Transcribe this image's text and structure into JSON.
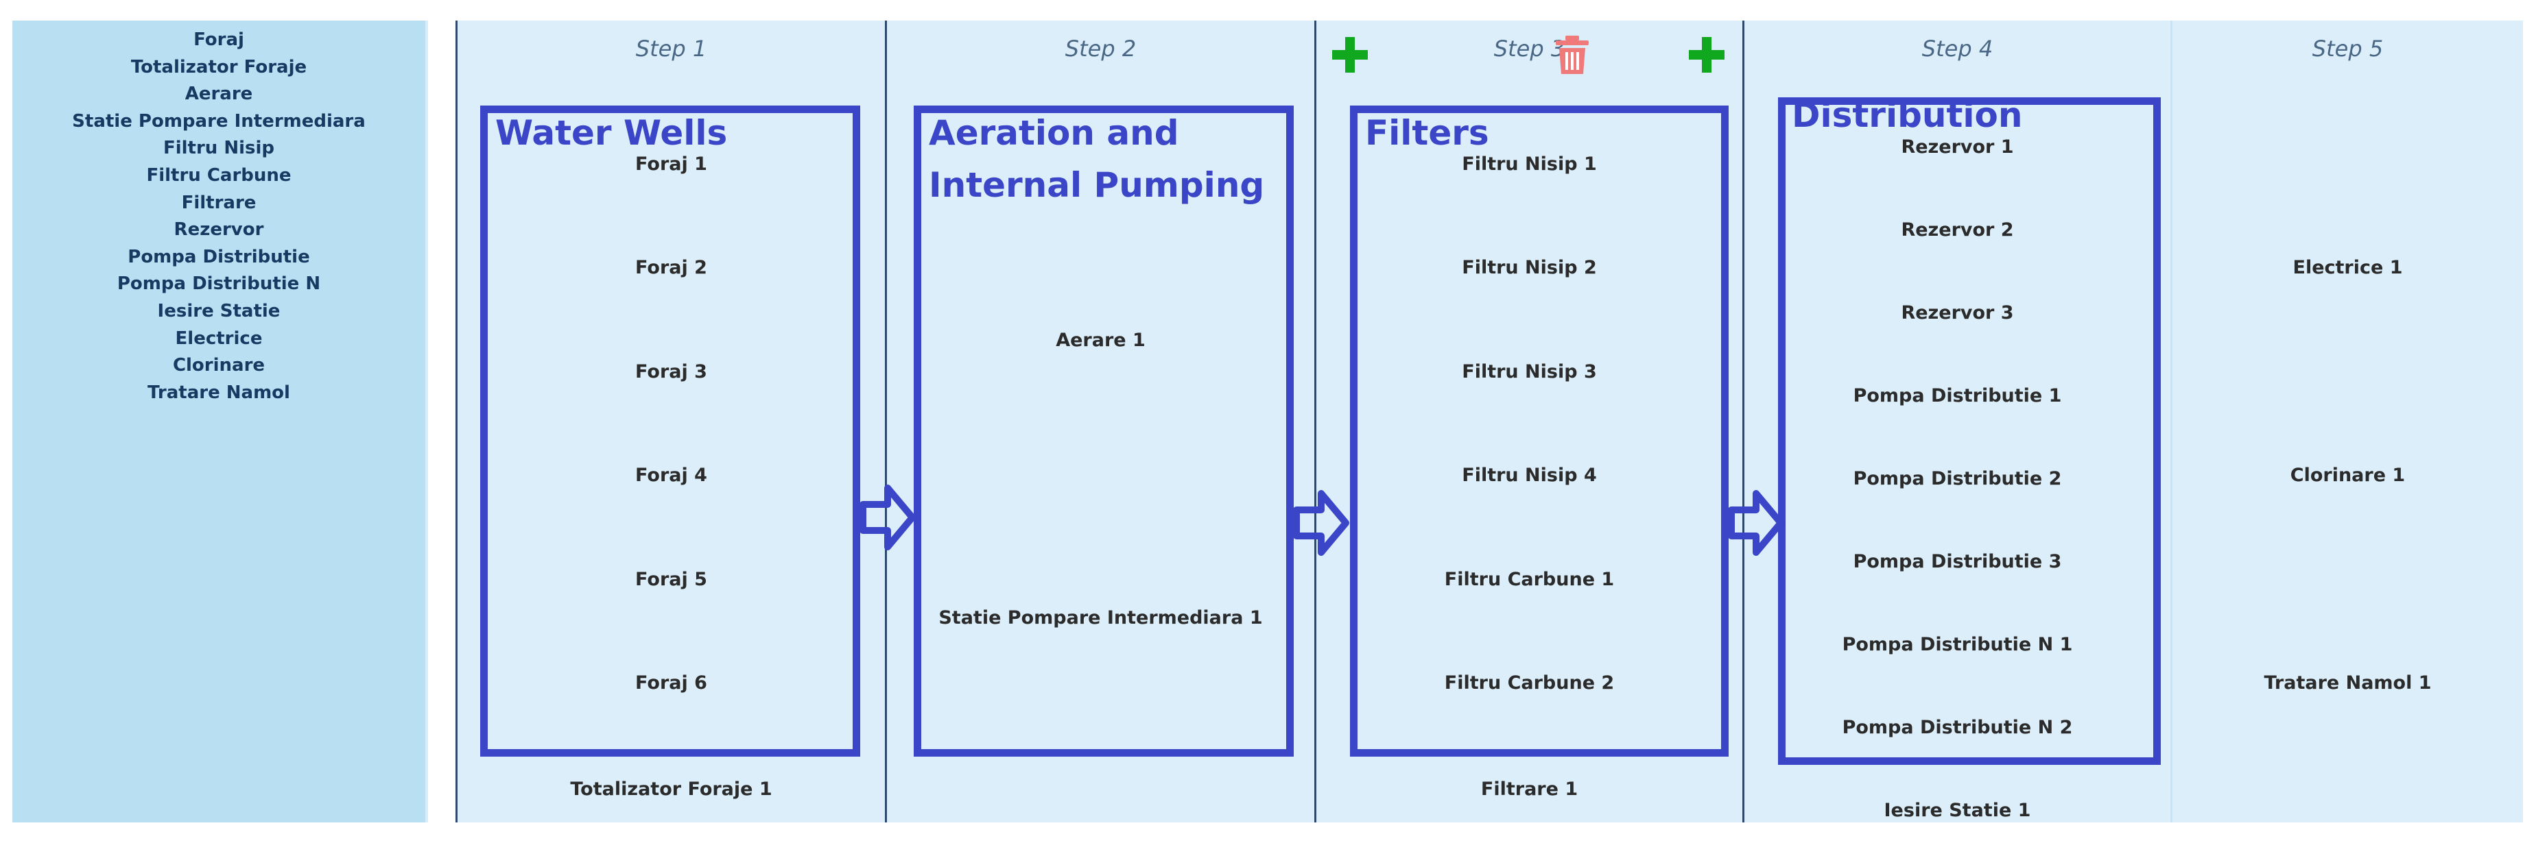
{
  "sidebar": {
    "items": [
      "Foraj",
      "Totalizator Foraje",
      "Aerare",
      "Statie Pompare Intermediara",
      "Filtru Nisip",
      "Filtru Carbune",
      "Filtrare",
      "Rezervor",
      "Pompa Distributie",
      "Pompa Distributie N",
      "Iesire Statie",
      "Electrice",
      "Clorinare",
      "Tratare Namol"
    ]
  },
  "steps": [
    {
      "label": "Step 1",
      "nodes": [
        "Foraj 1",
        "Foraj 2",
        "Foraj 3",
        "Foraj 4",
        "Foraj 5",
        "Foraj 6",
        "Totalizator Foraje 1"
      ]
    },
    {
      "label": "Step 2",
      "nodes": [
        "Aerare 1",
        "Statie Pompare Intermediara 1"
      ]
    },
    {
      "label": "Step 3",
      "nodes": [
        "Filtru Nisip 1",
        "Filtru Nisip 2",
        "Filtru Nisip 3",
        "Filtru Nisip 4",
        "Filtru Carbune 1",
        "Filtru Carbune 2",
        "Filtrare 1"
      ]
    },
    {
      "label": "Step 4",
      "nodes": [
        "Rezervor 1",
        "Rezervor 2",
        "Rezervor 3",
        "Pompa Distributie 1",
        "Pompa Distributie 2",
        "Pompa Distributie 3",
        "Pompa Distributie N 1",
        "Pompa Distributie N 2",
        "Iesire Statie 1"
      ]
    },
    {
      "label": "Step 5",
      "nodes": [
        "Electrice 1",
        "Clorinare 1",
        "Tratare Namol 1"
      ]
    }
  ],
  "groups": {
    "water_wells": "Water Wells",
    "aeration_line1": "Aeration and",
    "aeration_line2": "Internal Pumping",
    "filters": "Filters",
    "distribution": "Distribution"
  },
  "icons": {
    "add_left": "plus-icon",
    "delete": "trash-icon",
    "add_right": "plus-icon",
    "flow": "double-arrow-icon"
  },
  "colors": {
    "annotation": "#3a45c7",
    "add": "#10a81e",
    "delete": "#f07a7a",
    "sidebar_bg": "#b9dff2",
    "canvas_bg": "#dbeef9"
  }
}
